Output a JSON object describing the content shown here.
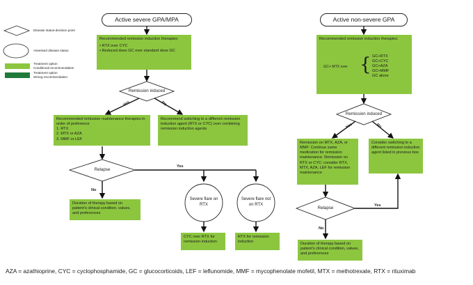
{
  "legend": {
    "decision": "Disease status-decision point",
    "assessed": "Assessed disease status",
    "conditional_l1": "Treatment option",
    "conditional_l2": "Conditional recommendation",
    "strong_l1": "Treatment option",
    "strong_l2": "Strong recommendation"
  },
  "left": {
    "title": "Active severe GPA/MPA",
    "induction": {
      "header": "Recommended remission induction therapies:",
      "items": [
        "• RTX over CYC",
        "• Reduced dose GC over standard dose GC"
      ]
    },
    "decision1": "Remission induced",
    "yes": "Yes",
    "no": "No",
    "maintenance": {
      "header": "Recommended remission maintenance therapies in order of preference",
      "items": [
        "1. RTX",
        "2. MTX or AZA",
        "3. MMF or LEF"
      ]
    },
    "switch": "Recommend switching to a different remission induction agent (RTX or CYC) over combining remission induction agents",
    "relapse": "Relapse",
    "relapse_yes": "Yes",
    "relapse_no": "No",
    "duration": "Duration of therapy based on patient's clinical condition, values, and preferences",
    "flare_on": "Severe flare on RTX",
    "flare_not": "Severe flare not on RTX",
    "cyc_over_rtx": "CYC over RTX for remission induction",
    "rtx_for": "RTX for remission induction"
  },
  "right": {
    "title": "Active non-severe GPA",
    "induction_header": "Recommended remission induction therapies:",
    "gc_mtx": "GC+ MTX over",
    "options": [
      "GC+RTX",
      "GC+CYC",
      "GC+AZA",
      "GC+MMF",
      "GC alone"
    ],
    "decision": "Remission induced",
    "yes": "Yes",
    "no": "No",
    "maintenance": "Remission on MTX, AZA, or MMF: Continue same medication for remission maintenance. Remission on RTX or CYC: consider RTX, MTX, AZA, LEF for remission maintenance",
    "switch": "Consider switching to a different remission induction agent listed in previous box",
    "relapse": "Relapse",
    "relapse_yes": "Yes",
    "relapse_no": "No",
    "duration": "Duration of therapy based on patient's clinical condition, values, and preferences"
  },
  "footer": "AZA = azathioprine, CYC = cyclophosphamide, GC = glucocorticoids, LEF = leflunomide, MMF = mycophenolate mofetil, MTX = methotrexate, RTX = rituximab",
  "colors": {
    "conditional": "#8cc63f",
    "strong": "#1f7a3a"
  }
}
